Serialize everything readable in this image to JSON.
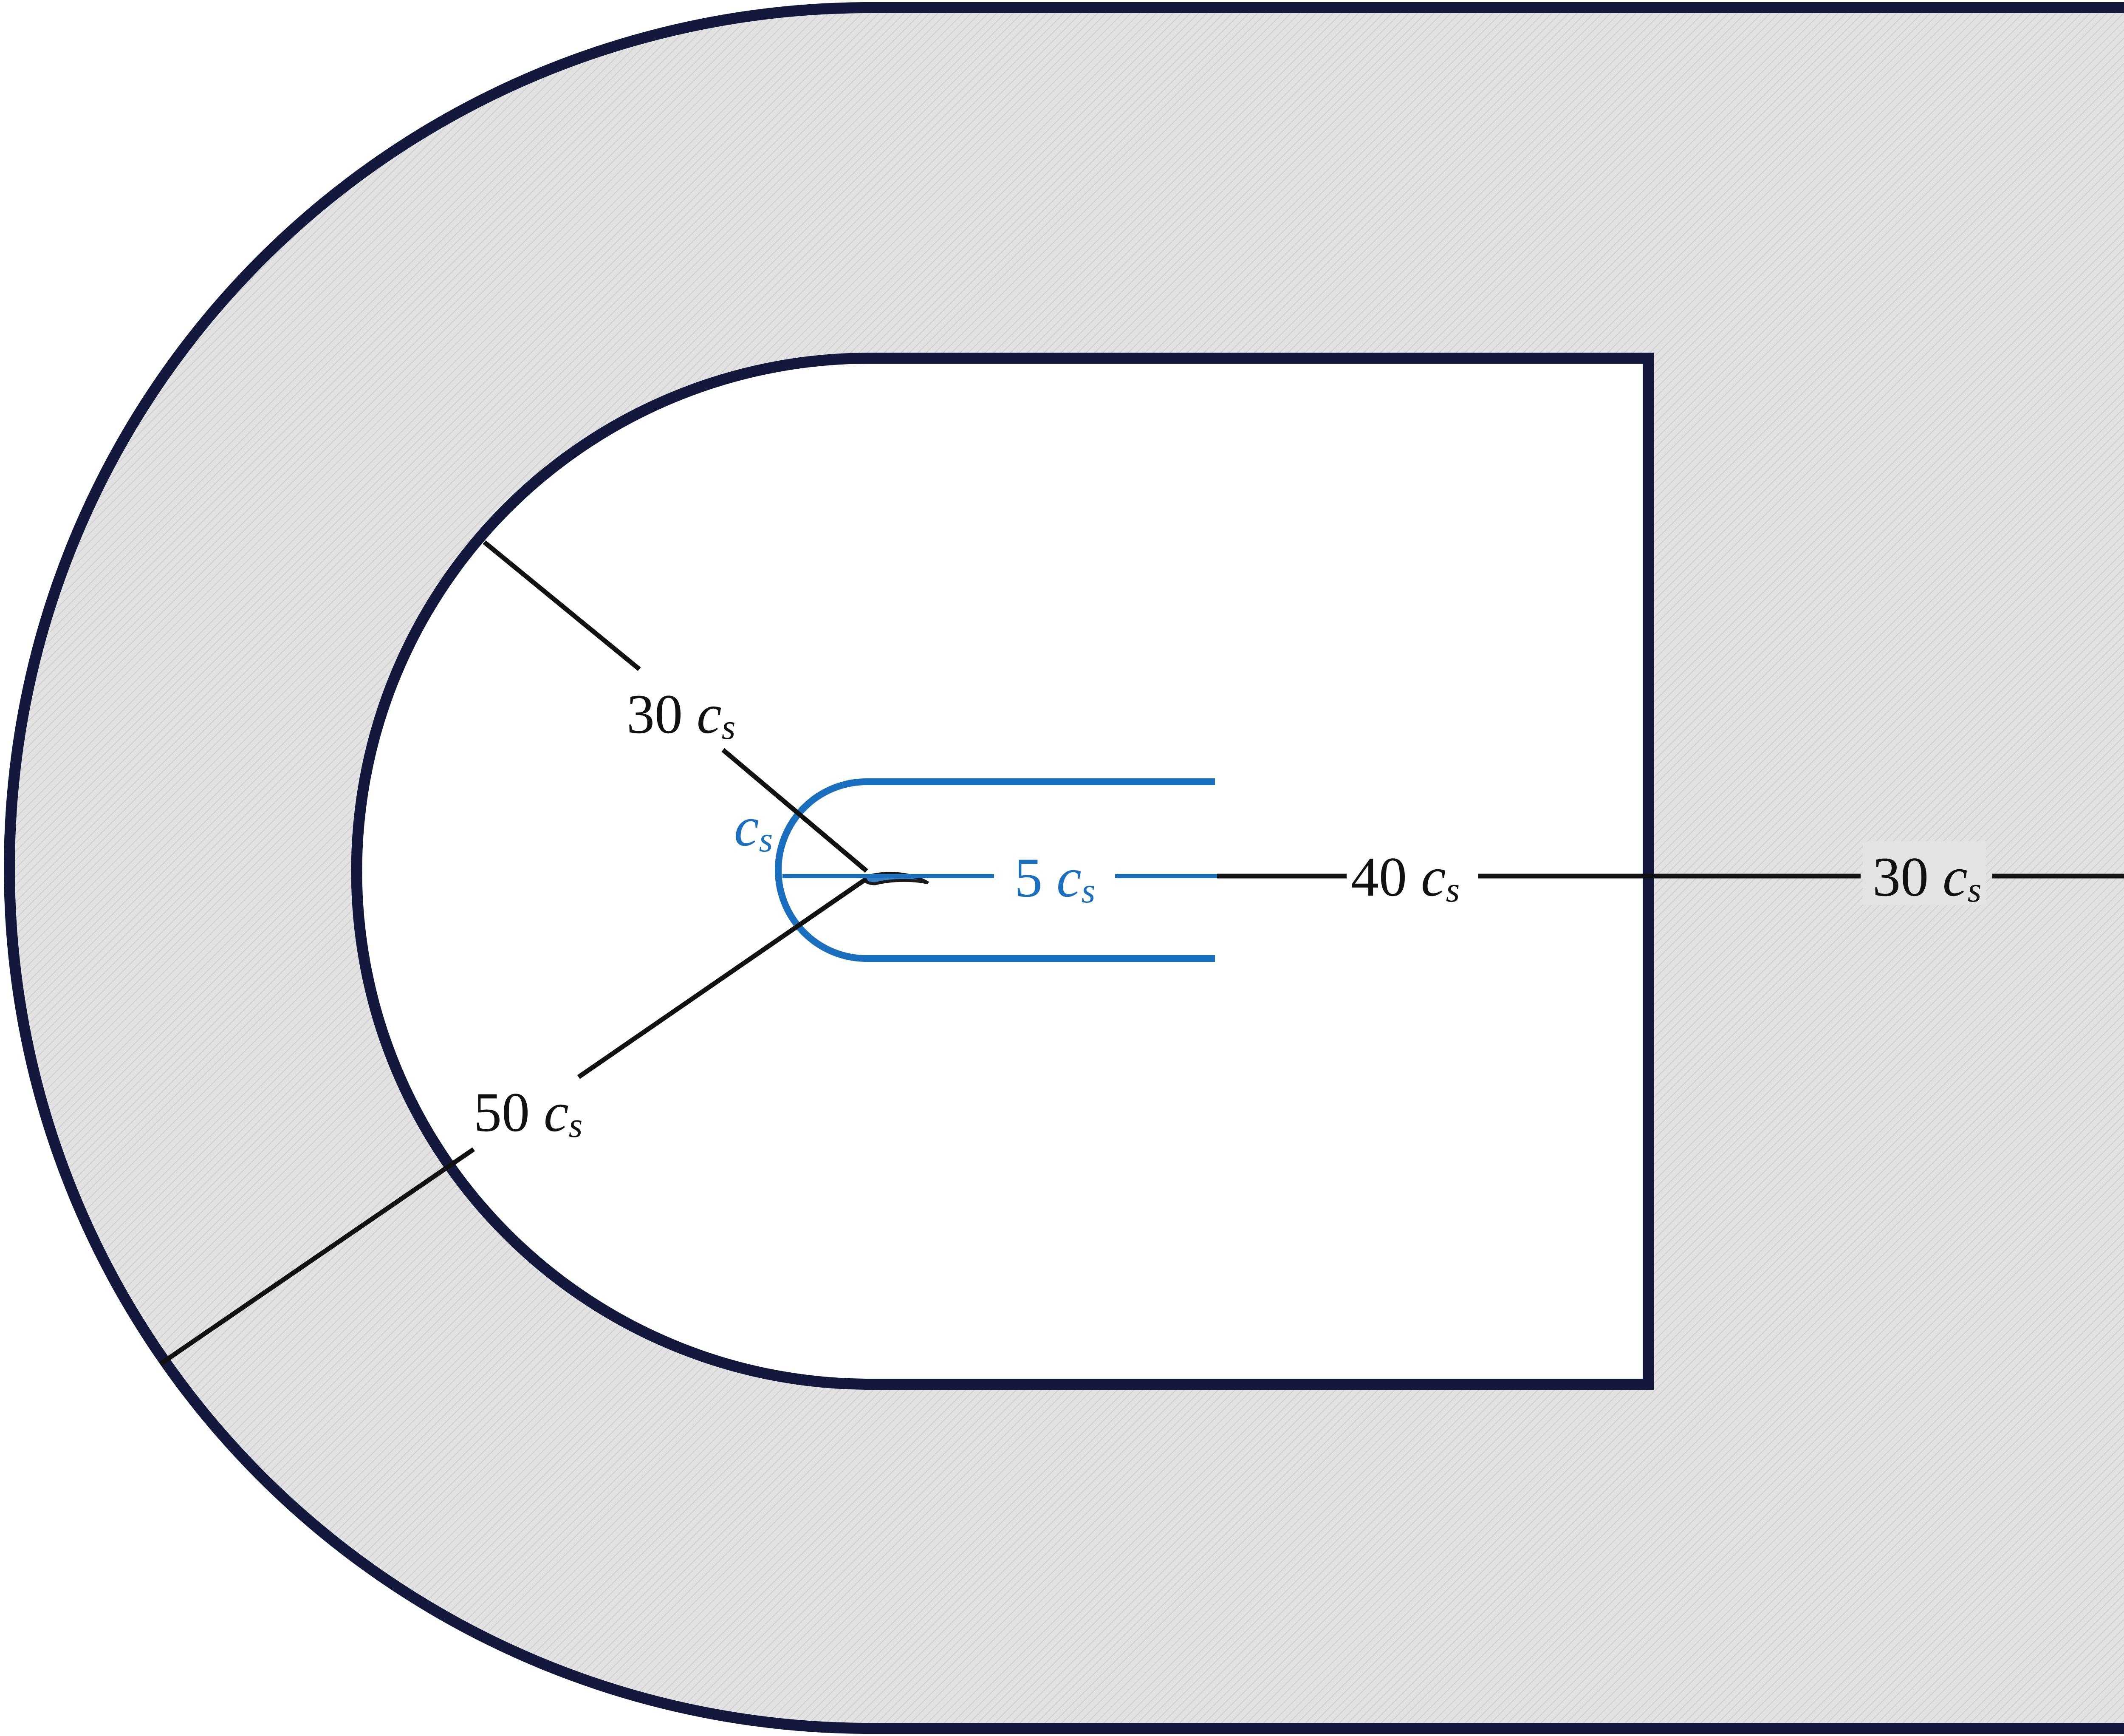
{
  "colors": {
    "domain_outline": "#14183d",
    "outer_fill": "#e3e3e3",
    "inner_fill": "#ffffff",
    "dimension_line": "#111111",
    "refined_zone": "#1a6fbf",
    "crack": "#1a1a1a"
  },
  "labels": {
    "unit_symbol": "c",
    "unit_subscript": "s",
    "inner_radius": {
      "number": "30"
    },
    "outer_radius": {
      "number": "50"
    },
    "zone_radius": {
      "number": ""
    },
    "zone_length": {
      "number": "5"
    },
    "inner_length": {
      "number": "40"
    },
    "outer_length": {
      "number": "30"
    }
  }
}
